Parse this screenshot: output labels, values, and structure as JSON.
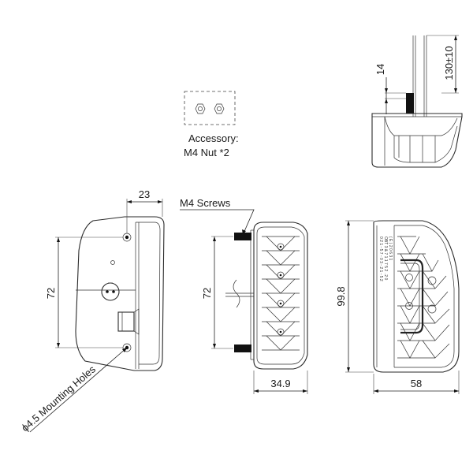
{
  "accessory": {
    "line1": "Accessory:",
    "line2": "M4 Nut *2"
  },
  "screws_label": "M4 Screws",
  "holes_label": "ϕ4.5 Mounting Holes",
  "dimensions": {
    "top_height": "14",
    "cable_length": "130±10",
    "side_width": "23",
    "side_height": "72",
    "front_height": "72",
    "front_width": "34.9",
    "back_height": "99.8",
    "back_width": "58"
  },
  "back_marking": {
    "line1": "0 2 1 - 5 7 - 0 3 - 2 1 - 5 2",
    "line2": "OBT 3 & 7 1 1 7 5 2 . 2 0",
    "line3": "( E ) 2 0 6 3 1"
  }
}
